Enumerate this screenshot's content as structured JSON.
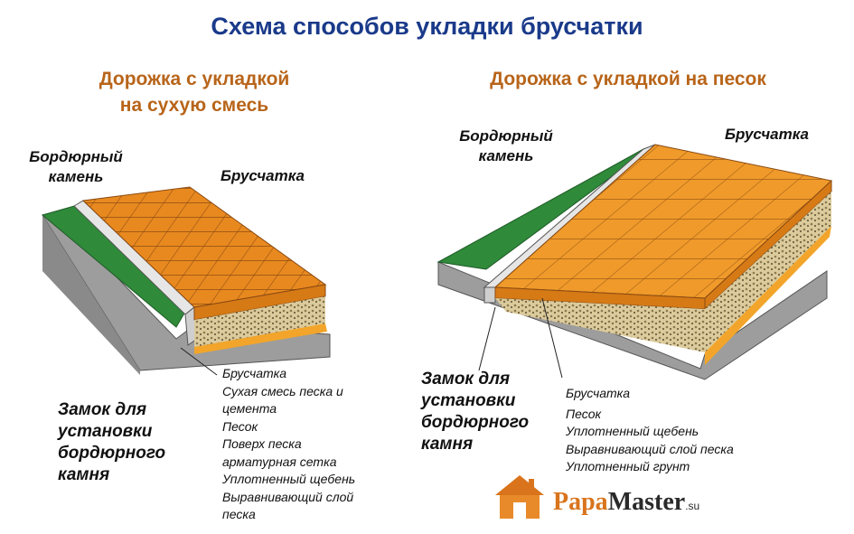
{
  "title": "Схема способов укладки брусчатки",
  "left": {
    "subtitle_line1": "Дорожка с укладкой",
    "subtitle_line2": "на сухую смесь",
    "border_label_line1": "Бордюрный",
    "border_label_line2": "камень",
    "paving_label": "Брусчатка",
    "lock_label": [
      "Замок для",
      "установки",
      "бордюрного",
      "камня"
    ],
    "layers": [
      "Брусчатка",
      "Сухая смесь песка и",
      "цемента",
      "Песок",
      "Поверх песка",
      "арматурная сетка",
      "Уплотненный щебень",
      "Выравнивающий слой",
      "песка"
    ]
  },
  "right": {
    "subtitle": "Дорожка с укладкой на песок",
    "border_label_line1": "Бордюрный",
    "border_label_line2": "камень",
    "paving_label": "Брусчатка",
    "lock_label": [
      "Замок для",
      "установки",
      "бордюрного",
      "камня"
    ],
    "layers": [
      "Брусчатка",
      "Песок",
      "Уплотненный щебень",
      "Выравнивающий слой песка",
      "Уплотненный грунт"
    ]
  },
  "logo": {
    "papa": "Papa",
    "master": "Master",
    "suffix": ".su"
  },
  "colors": {
    "title": "#1a3a8a",
    "subtitle": "#b8651a",
    "paving": "#e8891f",
    "paving_line": "#8a4a12",
    "grass": "#2f8a3a",
    "ground": "#9a9a9a",
    "gravel": "#d8c8a0",
    "logo_papa": "#d9741c",
    "logo_master": "#2a2a2a"
  }
}
